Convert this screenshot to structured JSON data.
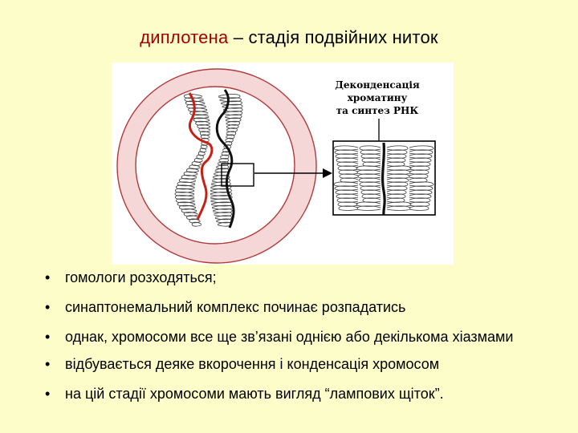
{
  "slide": {
    "title_term": "диплотена",
    "title_rest": " – стадія подвійних ниток",
    "title_term_color": "#a00000",
    "background_color": "#fdfdc9"
  },
  "figure": {
    "callout_lines": [
      "Деконденсація",
      "хроматину",
      "та синтез РНК"
    ],
    "chromatid_colors": [
      "#c81e14",
      "#111111"
    ]
  },
  "bullets": {
    "marker": "•",
    "items": [
      "гомологи розходяться;",
      "синаптонемальний комплекс починає розпадатись",
      "однак, хромосоми все ще зв’язані однією або декількома хіазмами",
      "відбувається деяке вкорочення і конденсація хромосом",
      "на цій стадії хромосоми мають вигляд “лампових щіток”."
    ]
  }
}
